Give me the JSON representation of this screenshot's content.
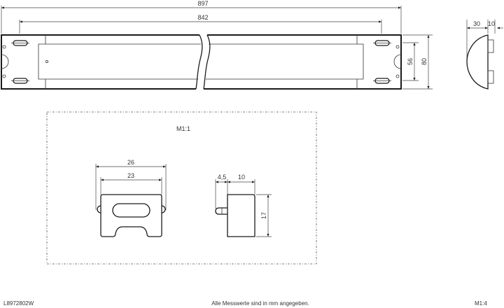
{
  "drawing": {
    "top_view": {
      "dim_overall_length": "897",
      "dim_mounting_distance": "842",
      "dim_inner_height": "56",
      "dim_overall_height": "80"
    },
    "side_view": {
      "dim_depth": "30",
      "dim_bracket": "10"
    },
    "detail": {
      "scale_label": "M1:1",
      "clip_front": {
        "dim_outer_width": "26",
        "dim_inner_width": "23"
      },
      "clip_side": {
        "dim_pin": "4,5",
        "dim_depth": "10",
        "dim_height": "17"
      }
    }
  },
  "footer": {
    "article_number": "L8972802W",
    "note": "Alle Messwerte sind in mm angegeben.",
    "scale": "M1:4"
  }
}
